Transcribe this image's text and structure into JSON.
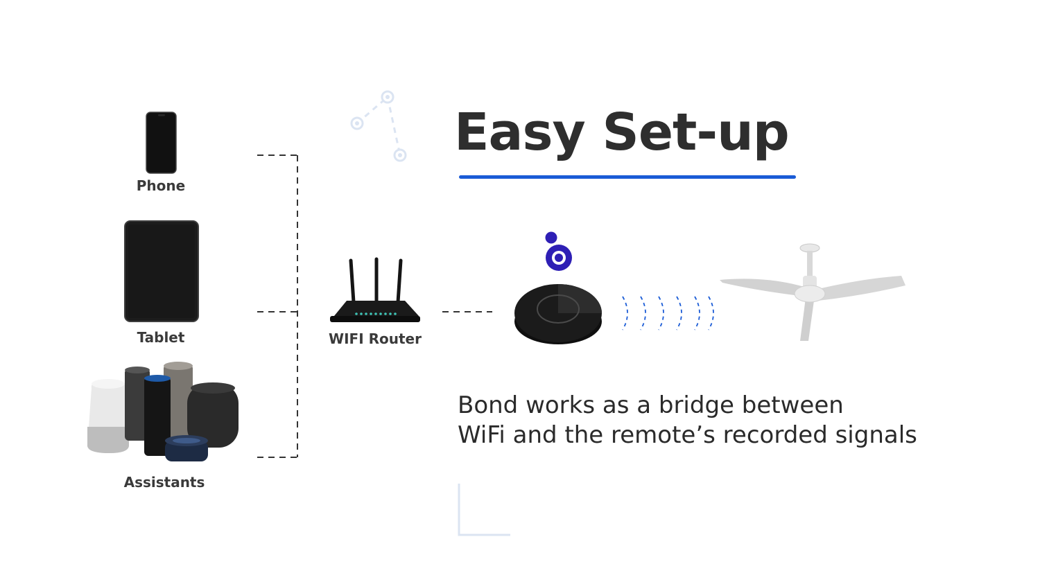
{
  "title": "Easy Set-up",
  "description": {
    "line1": "Bond works as a bridge between",
    "line2": "WiFi and  the remote’s recorded signals"
  },
  "devices": {
    "phone": "Phone",
    "tablet": "Tablet",
    "assistants": "Assistants"
  },
  "router": {
    "label": "WIFI Router"
  },
  "colors": {
    "accent": "#1a5bd6",
    "bond_logo": "#2e1fb5",
    "text_dark": "#2e2e2e",
    "connector": "#333333",
    "decoration": "#dbe4f2"
  },
  "icons": [
    "phone-icon",
    "tablet-icon",
    "smart-speakers-icon",
    "wifi-router-icon",
    "bond-hub-icon",
    "bond-logo-icon",
    "signal-waves-icon",
    "ceiling-fan-icon"
  ]
}
